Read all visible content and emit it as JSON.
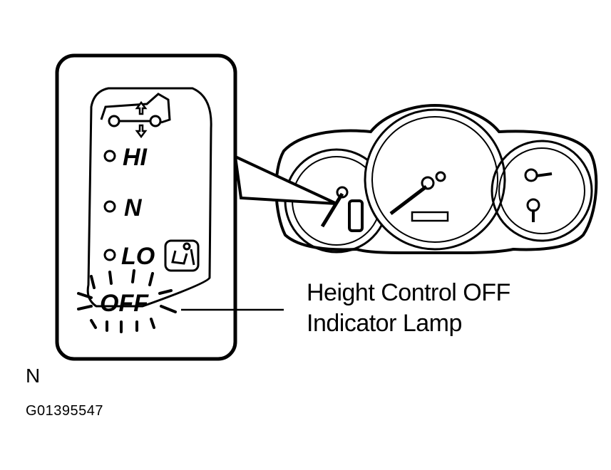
{
  "panel": {
    "positions": [
      {
        "key": "hi",
        "label": "HI"
      },
      {
        "key": "n",
        "label": "N"
      },
      {
        "key": "lo",
        "label": "LO"
      }
    ],
    "off_label": "OFF"
  },
  "callout": {
    "line1": "Height Control OFF",
    "line2": "Indicator Lamp"
  },
  "view_letter": "N",
  "figure_code": "G01395547",
  "colors": {
    "ink": "#000000",
    "paper": "#ffffff"
  },
  "icons": [
    "vehicle-height-icon",
    "up-arrow-icon",
    "down-arrow-icon",
    "seat-occupant-icon",
    "indicator-light-rays-icon"
  ]
}
